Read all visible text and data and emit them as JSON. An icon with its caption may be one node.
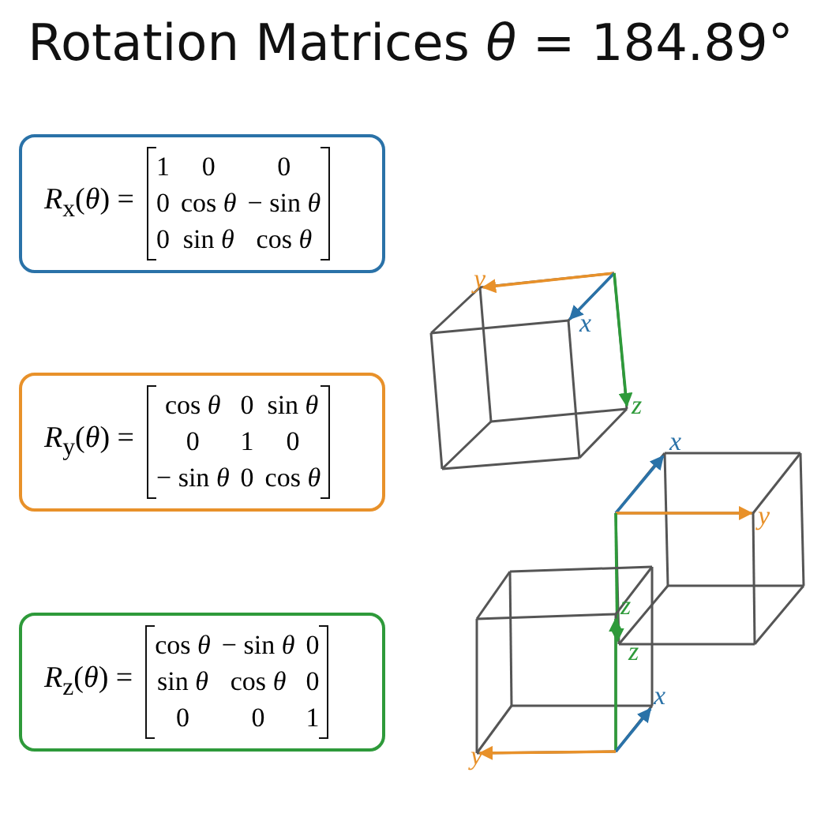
{
  "diagram": {
    "title": "Rotation Matrices *θ* = 184.89°",
    "nodes": [
      {
        "text": [
          "*R*$_{x}$(*θ*) =",
          "1",
          "0",
          "0",
          "0",
          "cos *θ*",
          "− sin *θ*",
          "0",
          "sin *θ*",
          "cos *θ*"
        ]
      },
      {
        "text": [
          "*R*$_{y}$(*θ*) =",
          "cos *θ*",
          "0",
          "sin *θ*",
          "0",
          "1",
          "0",
          "− sin *θ*",
          "0",
          "cos *θ*"
        ]
      },
      {
        "text": [
          "*R*$_{z}$(*θ*) =",
          "cos *θ*",
          "− sin *θ*",
          "0",
          "sin *θ*",
          "cos *θ*",
          "0",
          "0",
          "0",
          "1"
        ]
      }
    ],
    "labels": [
      "y",
      "x",
      "z",
      "x",
      "y",
      "z",
      "z",
      "x",
      "y"
    ]
  }
}
